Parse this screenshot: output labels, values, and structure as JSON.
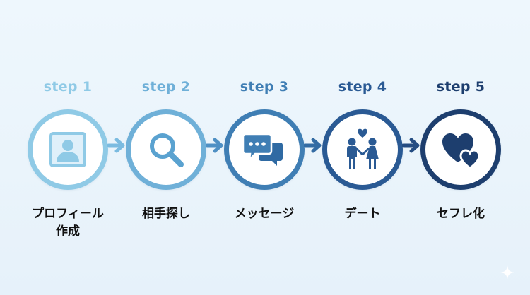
{
  "steps": [
    {
      "label": "step 1",
      "caption": [
        "プロフィール",
        "作成"
      ],
      "color": "#8fcae6",
      "icon": "profile-icon"
    },
    {
      "label": "step 2",
      "caption": [
        "相手探し"
      ],
      "color": "#6fb0d8",
      "icon": "search-icon"
    },
    {
      "label": "step 3",
      "caption": [
        "メッセージ"
      ],
      "color": "#3f7eb4",
      "icon": "chat-bubbles-icon"
    },
    {
      "label": "step 4",
      "caption": [
        "デート"
      ],
      "color": "#2a5a94",
      "icon": "couple-heart-icon"
    },
    {
      "label": "step 5",
      "caption": [
        "セフレ化"
      ],
      "color": "#1d3e6e",
      "icon": "hearts-icon"
    }
  ],
  "colors": {
    "background": "#eaf4fb",
    "caption_text": "#111111",
    "sparkle": "#ffffff"
  }
}
